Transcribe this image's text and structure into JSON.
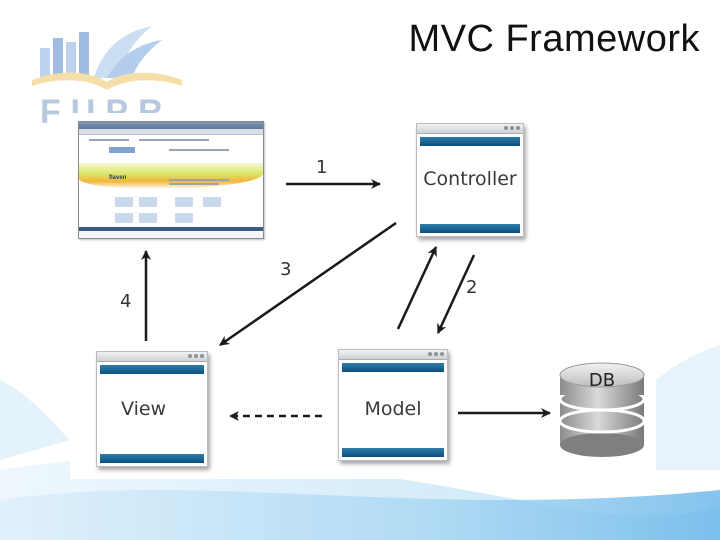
{
  "slide": {
    "title": "MVC Framework",
    "logo_text": "FUPR"
  },
  "diagram": {
    "components": {
      "controller": "Controller",
      "model": "Model",
      "view": "View",
      "db": "DB"
    },
    "arrows": {
      "a1": "1",
      "a2": "2",
      "a3": "3",
      "a4": "4"
    },
    "browser": {
      "site_name": "flaven",
      "icon_name": "browser-screenshot"
    },
    "colors": {
      "window_band": "#0c4f7c",
      "arrow": "#1a1a1a",
      "db_body": "#9a9a9a"
    }
  }
}
